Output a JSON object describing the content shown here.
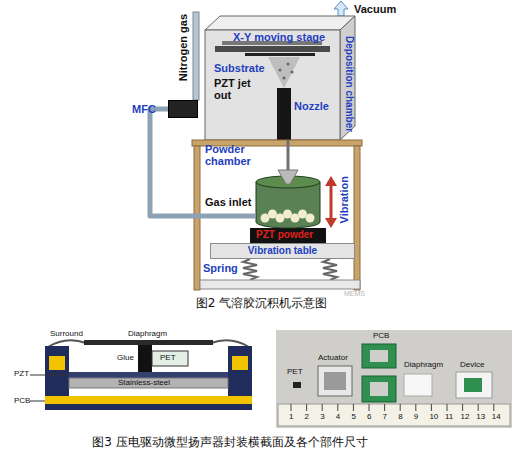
{
  "diagram": {
    "caption": "图3 压电驱动微型扬声器封装横截面及各个部件尺寸",
    "nodes": [
      {
        "text": [
          "Deposition chamber"
        ]
      },
      {
        "text": [
          "MFC"
        ]
      },
      {
        "text": [
          "Powder chamber"
        ]
      },
      {
        "text": [
          "Vibration table"
        ]
      }
    ],
    "edges": [
      {
        "from": 1,
        "to": 2,
        "arrow": "none"
      },
      {
        "from": 2,
        "to": 0,
        "arrow": "none"
      }
    ],
    "labels": [
      "Nitrogen gas",
      "Vacuum",
      "X-Y moving stage",
      "Substrate",
      "PZT jet out",
      "Nozzle",
      "Gas inlet",
      "Vibration",
      "PZT powder",
      "Spring",
      "MEMS",
      "Surround",
      "Diaphragm",
      "Glue",
      "PET",
      "PZT",
      "Stainless-steel",
      "PCB",
      "PCB",
      "Actuator",
      "Diaphragm",
      "Device",
      "PET",
      "1",
      "2",
      "3",
      "4",
      "5",
      "6",
      "7",
      "8",
      "9",
      "10",
      "11",
      "12",
      "13",
      "14",
      "图2 气溶胶沉积机示意图"
    ]
  }
}
